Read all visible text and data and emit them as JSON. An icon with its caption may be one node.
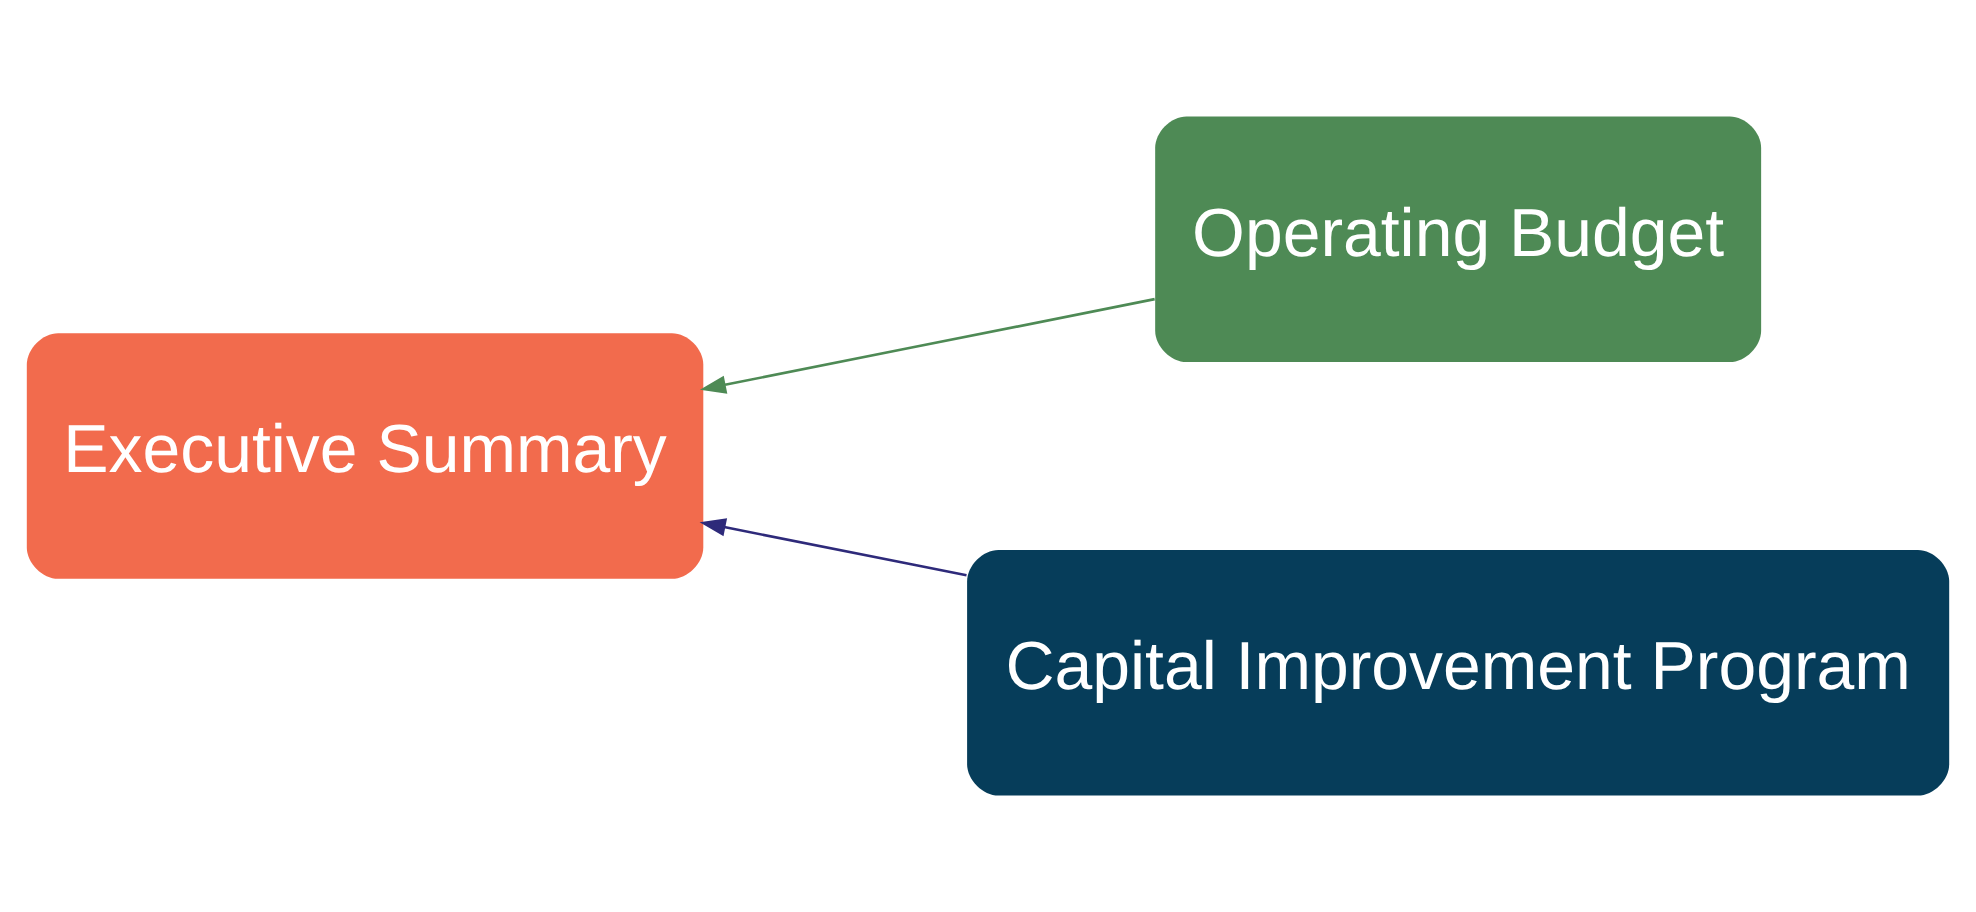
{
  "diagram": {
    "nodes": [
      {
        "text": [
          "Executive Summary"
        ]
      },
      {
        "text": [
          "Operating Budget"
        ]
      },
      {
        "text": [
          "Capital Improvement Program"
        ]
      }
    ],
    "edges": [
      {
        "from": 1,
        "to": 0,
        "arrow": "to",
        "color": "#4e8a55"
      },
      {
        "from": 2,
        "to": 0,
        "arrow": "to",
        "color": "#2e2a7a"
      }
    ]
  }
}
